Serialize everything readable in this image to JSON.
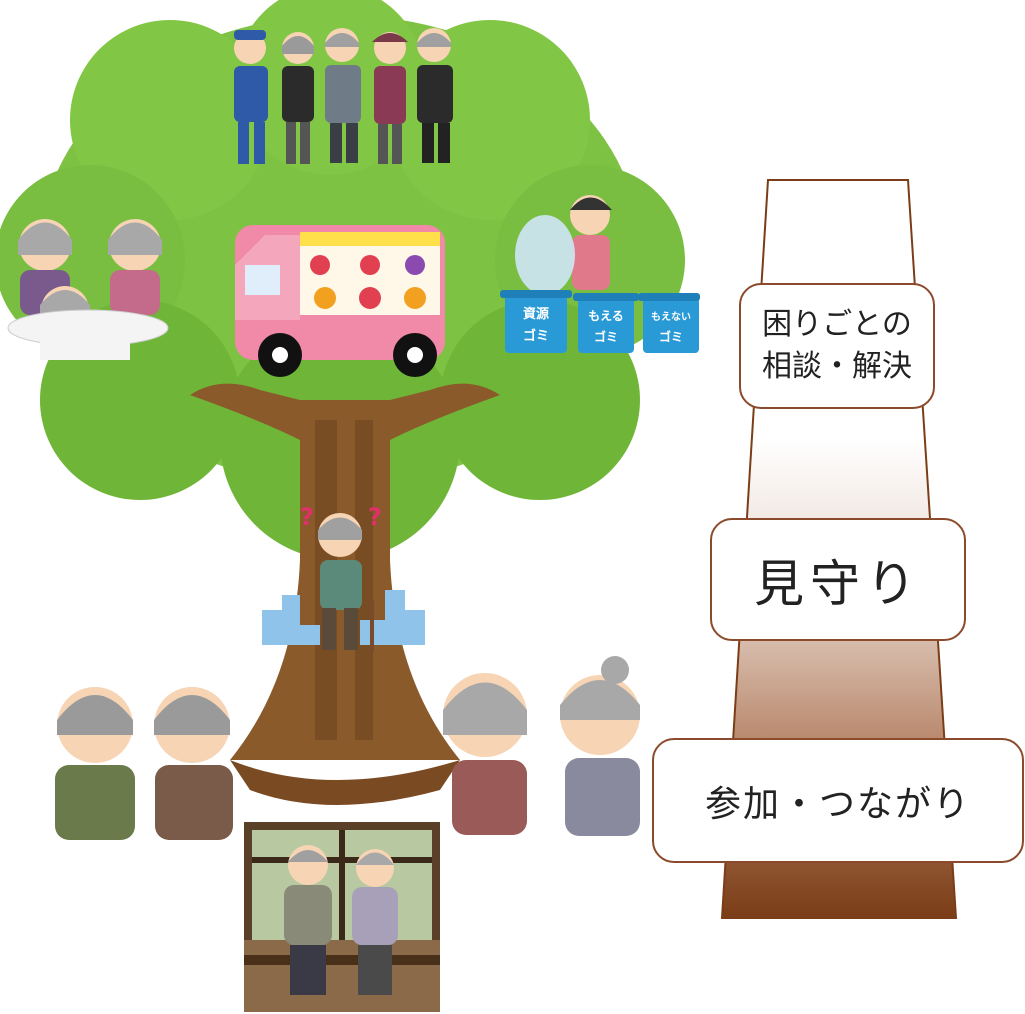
{
  "pyramid": {
    "levels": [
      {
        "label_line1": "困りごとの",
        "label_line2": "相談・解決"
      },
      {
        "label": "見守り"
      },
      {
        "label": "参加・つながり"
      }
    ]
  },
  "bins": [
    {
      "line1": "資源",
      "line2": "ゴミ"
    },
    {
      "line1": "もえる",
      "line2": "ゴミ"
    },
    {
      "line1": "もえない",
      "line2": "ゴミ"
    }
  ],
  "confused_marks": "?",
  "colors": {
    "foliage": "#7dc242",
    "foliage_dark": "#5aa02c",
    "trunk": "#8b5a2b",
    "trunk_dark": "#6e4420",
    "pyramid_top": "#ffffff",
    "pyramid_bottom": "#7a3d17",
    "box_border": "#8b4a2b",
    "van_pink": "#f08aa8",
    "bin_blue": "#2a9ad6"
  }
}
